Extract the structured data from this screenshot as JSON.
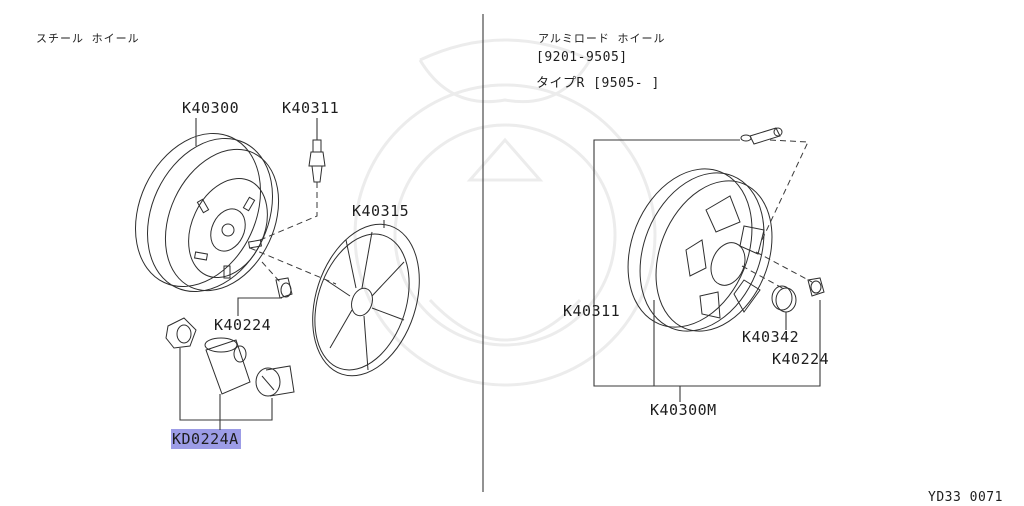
{
  "left_panel": {
    "heading": "スチール ホイール",
    "labels": {
      "steel_wheel": "K40300",
      "valve": "K40311",
      "wheel_cover": "K40315",
      "nut": "K40224",
      "lock_set": "KD0224A"
    }
  },
  "right_panel": {
    "heading": "アルミロード ホイール",
    "range1": "[9201-9505]",
    "range2": "タイプR [9505-    ]",
    "labels": {
      "valve": "K40311",
      "cap": "K40342",
      "nut": "K40224",
      "wheel": "K40300M"
    }
  },
  "footer_code": "YD33 0071",
  "colors": {
    "highlight": "#9c9ce6",
    "line": "#3a3a3a"
  }
}
